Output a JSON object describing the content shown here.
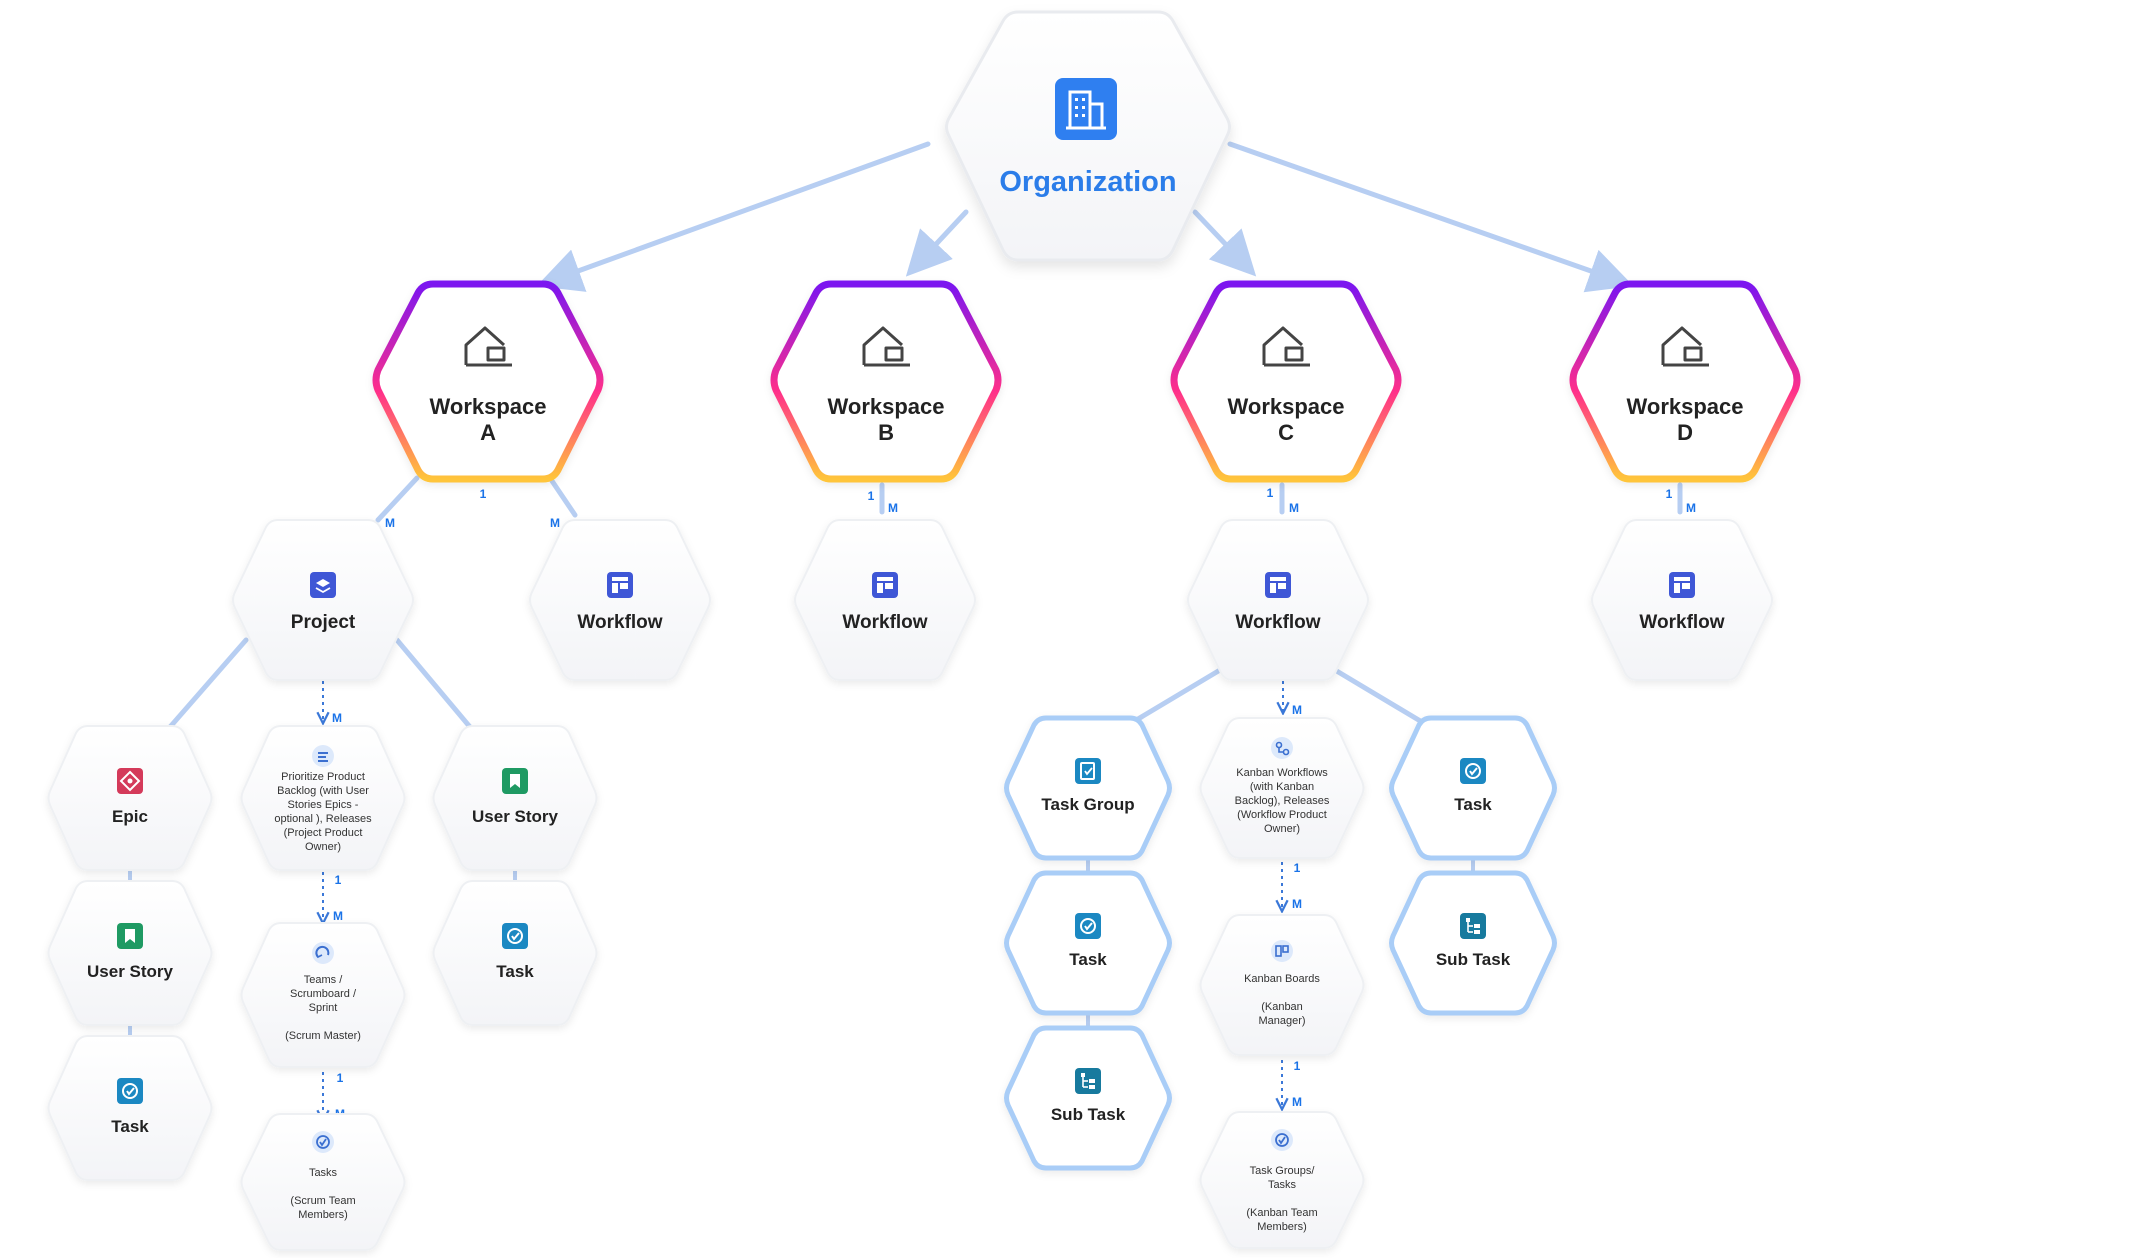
{
  "colors": {
    "connector": "#b7cef2",
    "dotted": "#3b78d8",
    "cardinality": "#2466cf",
    "gradient_start": "#7b16f0",
    "gradient_mid": "#ff2f8a",
    "gradient_end": "#ffc53a",
    "blue_border": "#a9cdf7",
    "org_blue": "#2b7de9"
  },
  "nodes": {
    "organization": {
      "label": "Organization",
      "icon": "building-icon"
    },
    "ws_a": {
      "line1": "Workspace",
      "line2": "A",
      "icon": "home-icon"
    },
    "ws_b": {
      "line1": "Workspace",
      "line2": "B",
      "icon": "home-icon"
    },
    "ws_c": {
      "line1": "Workspace",
      "line2": "C",
      "icon": "home-icon"
    },
    "ws_d": {
      "line1": "Workspace",
      "line2": "D",
      "icon": "home-icon"
    },
    "project_a": {
      "label": "Project",
      "icon": "layers-icon"
    },
    "workflow_a": {
      "label": "Workflow",
      "icon": "board-icon"
    },
    "workflow_b": {
      "label": "Workflow",
      "icon": "board-icon"
    },
    "workflow_c": {
      "label": "Workflow",
      "icon": "board-icon"
    },
    "workflow_d": {
      "label": "Workflow",
      "icon": "board-icon"
    },
    "epic": {
      "label": "Epic",
      "icon": "epic-icon"
    },
    "user_story_left": {
      "label": "User Story",
      "icon": "bookmark-icon"
    },
    "task_left": {
      "label": "Task",
      "icon": "check-icon"
    },
    "user_story_right": {
      "label": "User Story",
      "icon": "bookmark-icon"
    },
    "task_right": {
      "label": "Task",
      "icon": "check-icon"
    },
    "backlog": {
      "lines": [
        "Prioritize Product",
        "Backlog (with User",
        "Stories Epics -",
        "optional ), Releases",
        "(Project Product",
        "Owner)"
      ],
      "icon": "backlog-icon"
    },
    "teams": {
      "lines": [
        "Teams /",
        "Scrumboard /",
        "Sprint",
        "",
        "(Scrum Master)"
      ],
      "icon": "sprint-icon"
    },
    "tasks_scrum": {
      "lines": [
        "Tasks",
        "",
        "(Scrum Team",
        "Members)"
      ],
      "icon": "check-circle-icon"
    },
    "task_group_c": {
      "label": "Task Group",
      "icon": "task-group-icon"
    },
    "task_c1": {
      "label": "Task",
      "icon": "check-icon"
    },
    "subtask_c1": {
      "label": "Sub Task",
      "icon": "subtask-icon"
    },
    "kanban_workflows": {
      "lines": [
        "Kanban  Workflows",
        "(with Kanban",
        "Backlog), Releases",
        "(Workflow Product",
        "Owner)"
      ],
      "icon": "flow-icon"
    },
    "kanban_boards": {
      "lines": [
        "Kanban Boards",
        "",
        "(Kanban",
        "Manager)"
      ],
      "icon": "kanban-icon"
    },
    "task_groups_kanban": {
      "lines": [
        "Task Groups/",
        "Tasks",
        "",
        "(Kanban Team",
        "Members)"
      ],
      "icon": "check-circle-icon"
    },
    "task_c2": {
      "label": "Task",
      "icon": "check-icon"
    },
    "subtask_c2": {
      "label": "Sub Task",
      "icon": "subtask-icon"
    }
  },
  "cardinality": {
    "one": "1",
    "many": "M"
  }
}
